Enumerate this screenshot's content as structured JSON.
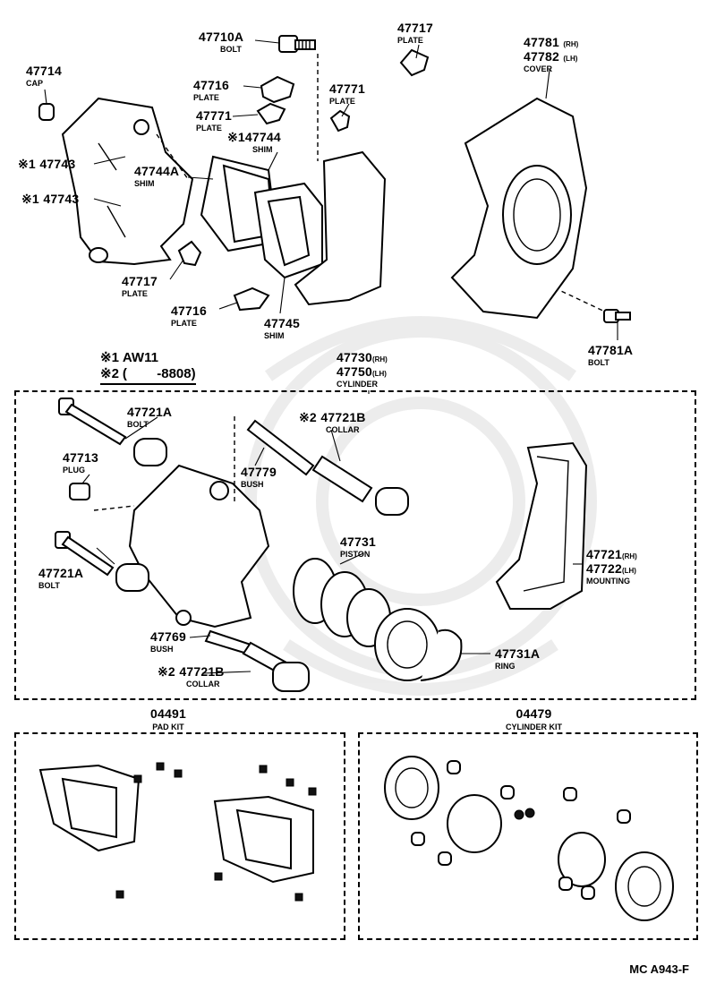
{
  "callouts": {
    "p47710A": {
      "number": "47710A",
      "name": "BOLT"
    },
    "p47717_top": {
      "number": "47717",
      "name": "PLATE"
    },
    "p47781": {
      "number_rh": "47781",
      "suffix_rh": "(RH)",
      "number_lh": "47782",
      "suffix_lh": "(LH)",
      "name": "COVER"
    },
    "p47714": {
      "number": "47714",
      "name": "CAP"
    },
    "p47716_top": {
      "number": "47716",
      "name": "PLATE"
    },
    "p47771_right": {
      "number": "47771",
      "name": "PLATE"
    },
    "p47771_mid": {
      "number": "47771",
      "name": "PLATE"
    },
    "p47744": {
      "mark": "※1",
      "number": "47744",
      "name": "SHIM"
    },
    "p47743_a": {
      "mark": "※1",
      "number": "47743"
    },
    "p47744A": {
      "number": "47744A",
      "name": "SHIM"
    },
    "p47743_b": {
      "mark": "※1",
      "number": "47743"
    },
    "p47717_low": {
      "number": "47717",
      "name": "PLATE"
    },
    "p47716_low": {
      "number": "47716",
      "name": "PLATE"
    },
    "p47745": {
      "number": "47745",
      "name": "SHIM"
    },
    "p47781A": {
      "number": "47781A",
      "name": "BOLT"
    },
    "p47730": {
      "number_rh": "47730",
      "suffix_rh": "(RH)",
      "number_lh": "47750",
      "suffix_lh": "(LH)",
      "name": "CYLINDER"
    },
    "p47721A_top": {
      "number": "47721A",
      "name": "BOLT"
    },
    "p47721B_top": {
      "mark": "※2",
      "number": "47721B",
      "name": "COLLAR"
    },
    "p47713": {
      "number": "47713",
      "name": "PLUG"
    },
    "p47779": {
      "number": "47779",
      "name": "BUSH"
    },
    "p47731": {
      "number": "47731",
      "name": "PISTON"
    },
    "p47721_mount": {
      "number_rh": "47721",
      "suffix_rh": "(RH)",
      "number_lh": "47722",
      "suffix_lh": "(LH)",
      "name": "MOUNTING"
    },
    "p47721A_low": {
      "number": "47721A",
      "name": "BOLT"
    },
    "p47769": {
      "number": "47769",
      "name": "BUSH"
    },
    "p47731A": {
      "number": "47731A",
      "name": "RING"
    },
    "p47721B_low": {
      "mark": "※2",
      "number": "47721B",
      "name": "COLLAR"
    }
  },
  "notes": {
    "line1_mark": "※1",
    "line1_text": "AW11",
    "line2_mark": "※2",
    "line2_text": "(        -8808)"
  },
  "kits": {
    "pad_kit": {
      "number": "04491",
      "name": "PAD KIT"
    },
    "cylinder_kit": {
      "number": "04479",
      "name": "CYLINDER KIT"
    }
  },
  "footer": "MC  A943-F"
}
